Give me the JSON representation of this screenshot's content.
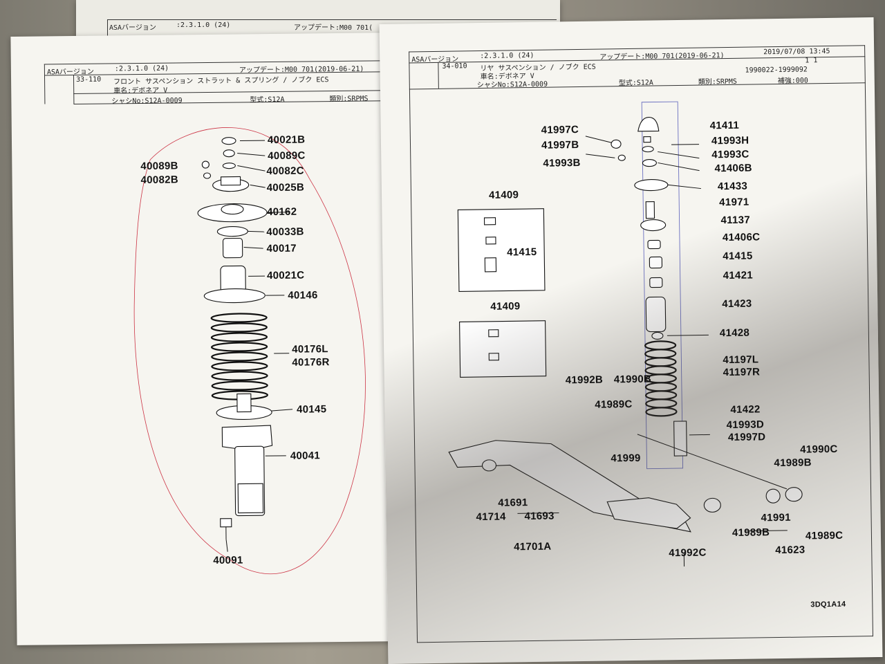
{
  "back_header": {
    "version_label": "ASAバージョン",
    "version": ":2.3.1.0 (24)",
    "update_label": "アップデート:M00 701("
  },
  "left_header": {
    "version_label": "ASAバージョン",
    "version": ":2.3.1.0 (24)",
    "update": "アップデート:M00 701(2019-06-21)",
    "page_code": "33-110",
    "title": "フロント サスペンション ストラット & スプリング / ノブク ECS",
    "car_name": "車名:デボネア V",
    "chassis": "シャシNo:S12A-0009",
    "model": "型式:S12A",
    "type": "類別:SRPMS"
  },
  "right_header": {
    "version_label": "ASAバージョン",
    "version": ":2.3.1.0 (24)",
    "update": "アップデート:M00 701(2019-06-21)",
    "date": "2019/07/08  13:45",
    "page_num": "1 1",
    "page_code": "34-010",
    "title": "リヤ サスペンション / ノブク ECS",
    "car_name": "車名:デボネア V",
    "chassis": "シャシNo:S12A-0009",
    "model": "型式:S12A",
    "type": "類別:SRPMS",
    "range": "1990022-1999092",
    "code": "補強:000"
  },
  "front_parts": [
    {
      "label": "40021B"
    },
    {
      "label": "40089C"
    },
    {
      "label": "40089B"
    },
    {
      "label": "40082C"
    },
    {
      "label": "40082B"
    },
    {
      "label": "40025B"
    },
    {
      "label": "40162"
    },
    {
      "label": "40033B"
    },
    {
      "label": "40017"
    },
    {
      "label": "40021C"
    },
    {
      "label": "40146"
    },
    {
      "label": "40176L"
    },
    {
      "label": "40176R"
    },
    {
      "label": "40145"
    },
    {
      "label": "40041"
    },
    {
      "label": "40091"
    }
  ],
  "rear_parts": [
    {
      "label": "41997C"
    },
    {
      "label": "41411"
    },
    {
      "label": "41997B"
    },
    {
      "label": "41993H"
    },
    {
      "label": "41993C"
    },
    {
      "label": "41993B"
    },
    {
      "label": "41406B"
    },
    {
      "label": "41433"
    },
    {
      "label": "41409"
    },
    {
      "label": "41971"
    },
    {
      "label": "41137"
    },
    {
      "label": "41406C"
    },
    {
      "label": "41415"
    },
    {
      "label": "41415"
    },
    {
      "label": "41421"
    },
    {
      "label": "41409"
    },
    {
      "label": "41423"
    },
    {
      "label": "41428"
    },
    {
      "label": "41197L"
    },
    {
      "label": "41197R"
    },
    {
      "label": "41992B"
    },
    {
      "label": "41990B"
    },
    {
      "label": "41989C"
    },
    {
      "label": "41422"
    },
    {
      "label": "41993D"
    },
    {
      "label": "41997D"
    },
    {
      "label": "41990C"
    },
    {
      "label": "41999"
    },
    {
      "label": "41989B"
    },
    {
      "label": "41691"
    },
    {
      "label": "41714"
    },
    {
      "label": "41693"
    },
    {
      "label": "41991"
    },
    {
      "label": "41989B"
    },
    {
      "label": "41989C"
    },
    {
      "label": "41701A"
    },
    {
      "label": "41992C"
    },
    {
      "label": "41623"
    }
  ],
  "figure_code": "3DQ1A14"
}
